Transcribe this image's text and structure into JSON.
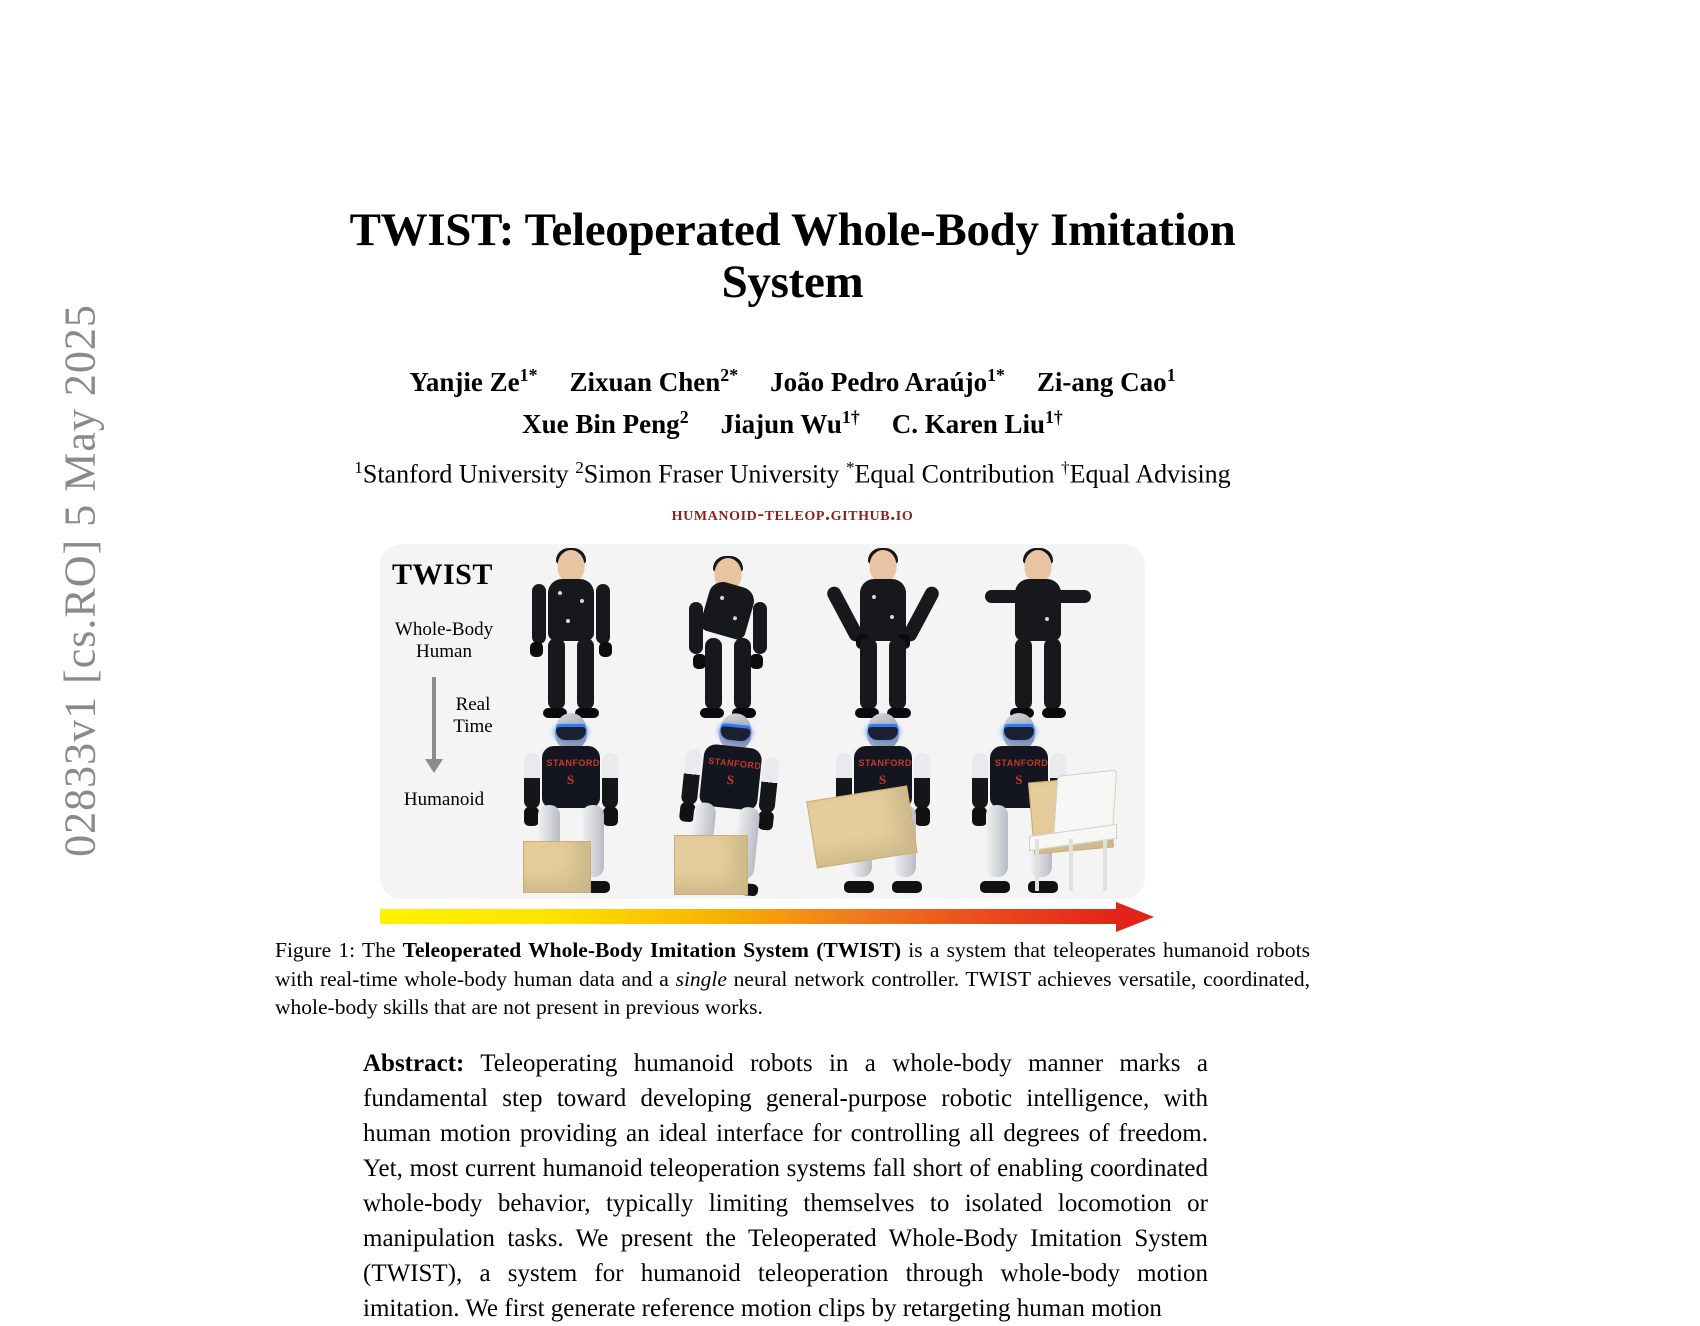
{
  "arxiv_stamp": "02833v1  [cs.RO]  5 May 2025",
  "paper": {
    "title": "TWIST: Teleoperated Whole-Body Imitation System",
    "url": "humanoid-teleop.github.io",
    "authors_row1": [
      {
        "name": "Yanjie Ze",
        "sup": "1*"
      },
      {
        "name": "Zixuan Chen",
        "sup": "2*"
      },
      {
        "name": "João Pedro Araújo",
        "sup": "1*"
      },
      {
        "name": "Zi-ang Cao",
        "sup": "1"
      }
    ],
    "authors_row2": [
      {
        "name": "Xue Bin Peng",
        "sup": "2"
      },
      {
        "name": "Jiajun Wu",
        "sup": "1†"
      },
      {
        "name": "C. Karen Liu",
        "sup": "1†"
      }
    ],
    "affiliations": [
      {
        "sup": "1",
        "text": "Stanford University "
      },
      {
        "sup": "2",
        "text": "Simon Fraser University "
      },
      {
        "sup": "*",
        "text": "Equal Contribution "
      },
      {
        "sup": "†",
        "text": "Equal Advising"
      }
    ]
  },
  "figure": {
    "panel_title": "TWIST",
    "label_human": "Whole-Body\nHuman",
    "label_human_line1": "Whole-Body",
    "label_human_line2": "Human",
    "label_realtime_line1": "Real",
    "label_realtime_line2": "Time",
    "label_humanoid": "Humanoid",
    "robot_logo_top": "STANFORD",
    "robot_logo_bottom": "S",
    "panel_background": "#f4f4f4",
    "arrow_gradient_from": "#fff200",
    "arrow_gradient_to": "#e2231a",
    "caption_prefix": "Figure 1: The ",
    "caption_bold": "Teleoperated Whole-Body Imitation System (TWIST)",
    "caption_mid1": " is a system that teleoperates humanoid robots with real-time whole-body human data and a ",
    "caption_italic": "single",
    "caption_mid2": " neural network controller. TWIST achieves versatile, coordinated, whole-body skills that are not present in previous works."
  },
  "abstract": {
    "label": "Abstract:",
    "text": " Teleoperating humanoid robots in a whole-body manner marks a fundamental step toward developing general-purpose robotic intelligence, with human motion providing an ideal interface for controlling all degrees of freedom. Yet, most current humanoid teleoperation systems fall short of enabling coordinated whole-body behavior, typically limiting themselves to isolated locomotion or manipulation tasks. We present the Teleoperated Whole-Body Imitation System (TWIST), a system for humanoid teleoperation through whole-body motion imitation. We first generate reference motion clips by retargeting human motion"
  }
}
